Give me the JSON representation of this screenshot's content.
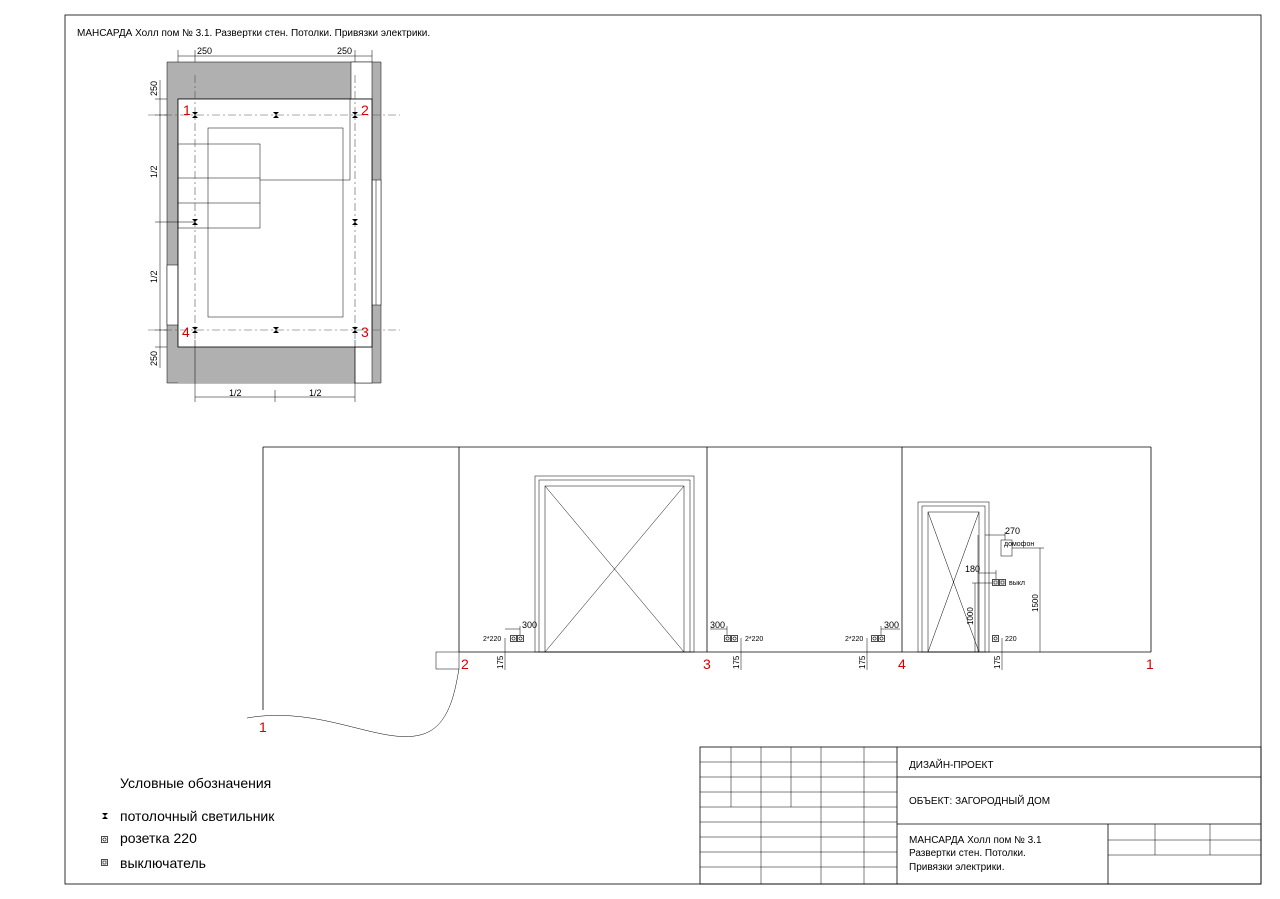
{
  "title": "МАНСАРДА  Холл пом № 3.1. Развертки стен. Потолки. Привязки электрики.",
  "plan": {
    "dim_top_left": "250",
    "dim_top_right": "250",
    "dim_left_top": "250",
    "dim_left_half1": "1/2",
    "dim_left_half2": "1/2",
    "dim_left_bottom": "250",
    "dim_bottom_left": "1/2",
    "dim_bottom_right": "1/2",
    "corner_1": "1",
    "corner_2": "2",
    "corner_3": "3",
    "corner_4": "4"
  },
  "elevation": {
    "marker_1_start": "1",
    "marker_2": "2",
    "marker_3": "3",
    "marker_4": "4",
    "marker_1_end": "1",
    "socket_a_label": "2*220",
    "socket_a_offset": "300",
    "socket_a_height": "175",
    "socket_b_label": "2*220",
    "socket_b_offset": "300",
    "socket_b_height": "175",
    "socket_c_label": "2*220",
    "socket_c_offset": "300",
    "socket_c_height": "175",
    "socket_d_label": "220",
    "socket_d_height": "175",
    "intercom_offset": "270",
    "intercom_label": "домофон",
    "intercom_height": "1500",
    "switch_offset": "180",
    "switch_label": "выкл",
    "switch_height": "1000"
  },
  "legend": {
    "title": "Условные обозначения",
    "items": [
      {
        "label": "потолочный светильник",
        "icon": "ceiling-light-icon"
      },
      {
        "label": "розетка 220",
        "icon": "socket-icon"
      },
      {
        "label": "выключатель",
        "icon": "switch-icon"
      }
    ]
  },
  "stamp": {
    "project": "ДИЗАЙН-ПРОЕКТ",
    "object": "ОБЪЕКТ: ЗАГОРОДНЫЙ ДОМ",
    "sheet_line1": "МАНСАРДА  Холл пом № 3.1",
    "sheet_line2": "Развертки стен. Потолки.",
    "sheet_line3": "Привязки электрики."
  }
}
